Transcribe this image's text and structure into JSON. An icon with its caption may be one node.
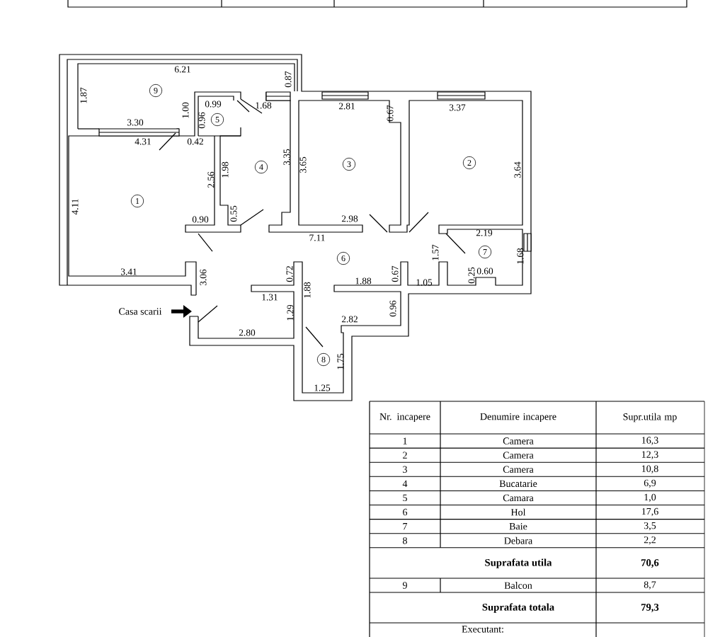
{
  "diagram": {
    "nodes": [
      {
        "text": [
          "1"
        ]
      },
      {
        "text": [
          "2"
        ]
      },
      {
        "text": [
          "3"
        ]
      },
      {
        "text": [
          "4"
        ]
      },
      {
        "text": [
          "5"
        ]
      },
      {
        "text": [
          "6"
        ]
      },
      {
        "text": [
          "7"
        ]
      },
      {
        "text": [
          "8"
        ]
      },
      {
        "text": [
          "9"
        ]
      }
    ],
    "labels": [
      "6.21",
      "0.87",
      "1.87",
      "1.00",
      "0.99",
      "0.96",
      "1.68",
      "3.30",
      "4.31",
      "0.42",
      "2.81",
      "0.67",
      "3.37",
      "3.35",
      "3.65",
      "3.64",
      "2.56",
      "1.98",
      "4.11",
      "0.90",
      "0.55",
      "2.98",
      "7.11",
      "2.19",
      "1.57",
      "1.68",
      "3.41",
      "3.06",
      "0.72",
      "1.88",
      "0.67",
      "1.05",
      "0.25",
      "0.60",
      "1.31",
      "1.88",
      "1.29",
      "2.82",
      "0.96",
      "2.80",
      "1.75",
      "1.25",
      "Casa scarii",
      "Nr. incapere",
      "Denumire incapere",
      "Supr.utila mp",
      "1",
      "Camera",
      "16,3",
      "2",
      "Camera",
      "12,3",
      "3",
      "Camera",
      "10,8",
      "4",
      "Bucatarie",
      "6,9",
      "5",
      "Camara",
      "1,0",
      "6",
      "Hol",
      "17,6",
      "7",
      "Baie",
      "3,5",
      "8",
      "Debara",
      "2,2",
      "Suprafata utila",
      "70,6",
      "9",
      "Balcon",
      "8,7",
      "Suprafata totala",
      "79,3",
      "Executant:"
    ]
  }
}
